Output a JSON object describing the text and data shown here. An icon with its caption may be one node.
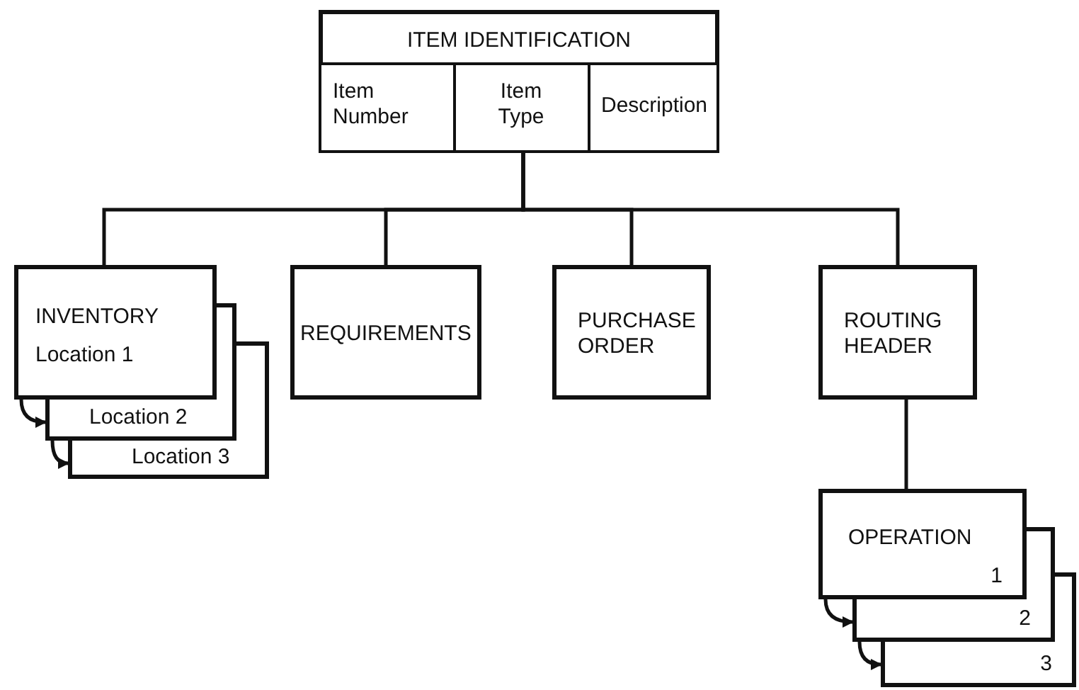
{
  "diagram": {
    "nodes": [
      {
        "text": [
          "ITEM IDENTIFICATION"
        ]
      },
      {
        "text": [
          "Item Number"
        ],
        "in": 0
      },
      {
        "text": [
          "Item Type"
        ],
        "in": 0
      },
      {
        "text": [
          "Description"
        ],
        "in": 0
      },
      {
        "text": [
          "INVENTORY",
          "Location 1"
        ]
      },
      {
        "text": [
          "Location 2"
        ]
      },
      {
        "text": [
          "Location 3"
        ]
      },
      {
        "text": [
          "REQUIREMENTS"
        ]
      },
      {
        "text": [
          "PURCHASE ORDER"
        ]
      },
      {
        "text": [
          "ROUTING HEADER"
        ]
      },
      {
        "text": [
          "OPERATION",
          "1"
        ]
      },
      {
        "text": [
          "2"
        ]
      },
      {
        "text": [
          "3"
        ]
      }
    ],
    "edges": [
      {
        "from": 0,
        "to": 4,
        "arrow": "none"
      },
      {
        "from": 0,
        "to": 7,
        "arrow": "none"
      },
      {
        "from": 0,
        "to": 8,
        "arrow": "none"
      },
      {
        "from": 0,
        "to": 9,
        "arrow": "none"
      },
      {
        "from": 9,
        "to": 10,
        "arrow": "none"
      },
      {
        "from": 4,
        "to": 5,
        "arrow": "to"
      },
      {
        "from": 5,
        "to": 6,
        "arrow": "to"
      },
      {
        "from": 10,
        "to": 11,
        "arrow": "to"
      },
      {
        "from": 11,
        "to": 12,
        "arrow": "to"
      }
    ]
  }
}
